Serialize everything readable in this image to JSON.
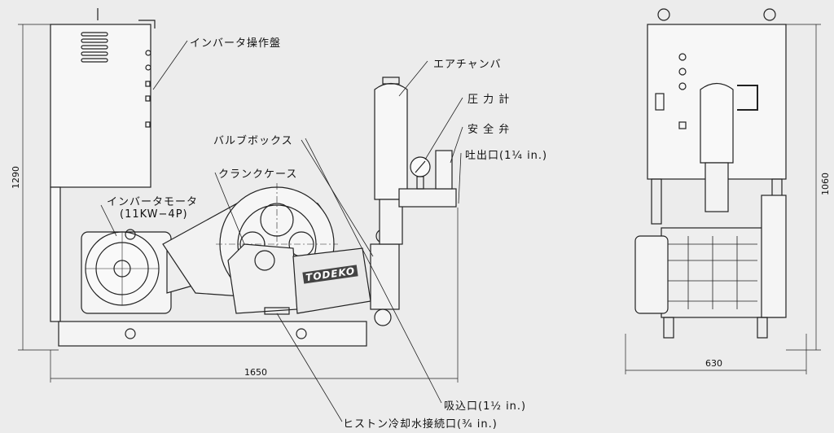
{
  "labels": {
    "inverter_panel": "インバータ操作盤",
    "air_chamber": "エアチャンバ",
    "pressure_gauge": "圧 力 計",
    "safety_valve": "安 全 弁",
    "discharge_port": "吐出口(1¼ in.)",
    "valve_box": "バルブボックス",
    "crank_case": "クランクケース",
    "inverter_motor": "インバータモータ",
    "motor_spec": "(11KW−4P)",
    "suction_port": "吸込口(1½ in.)",
    "piston_cooling_port": "ヒストン冷却水接続口(¾ in.)"
  },
  "brand": "TODEKO",
  "dimensions": {
    "side_height": "1290",
    "side_length": "1650",
    "front_height": "1060",
    "front_width": "630"
  }
}
